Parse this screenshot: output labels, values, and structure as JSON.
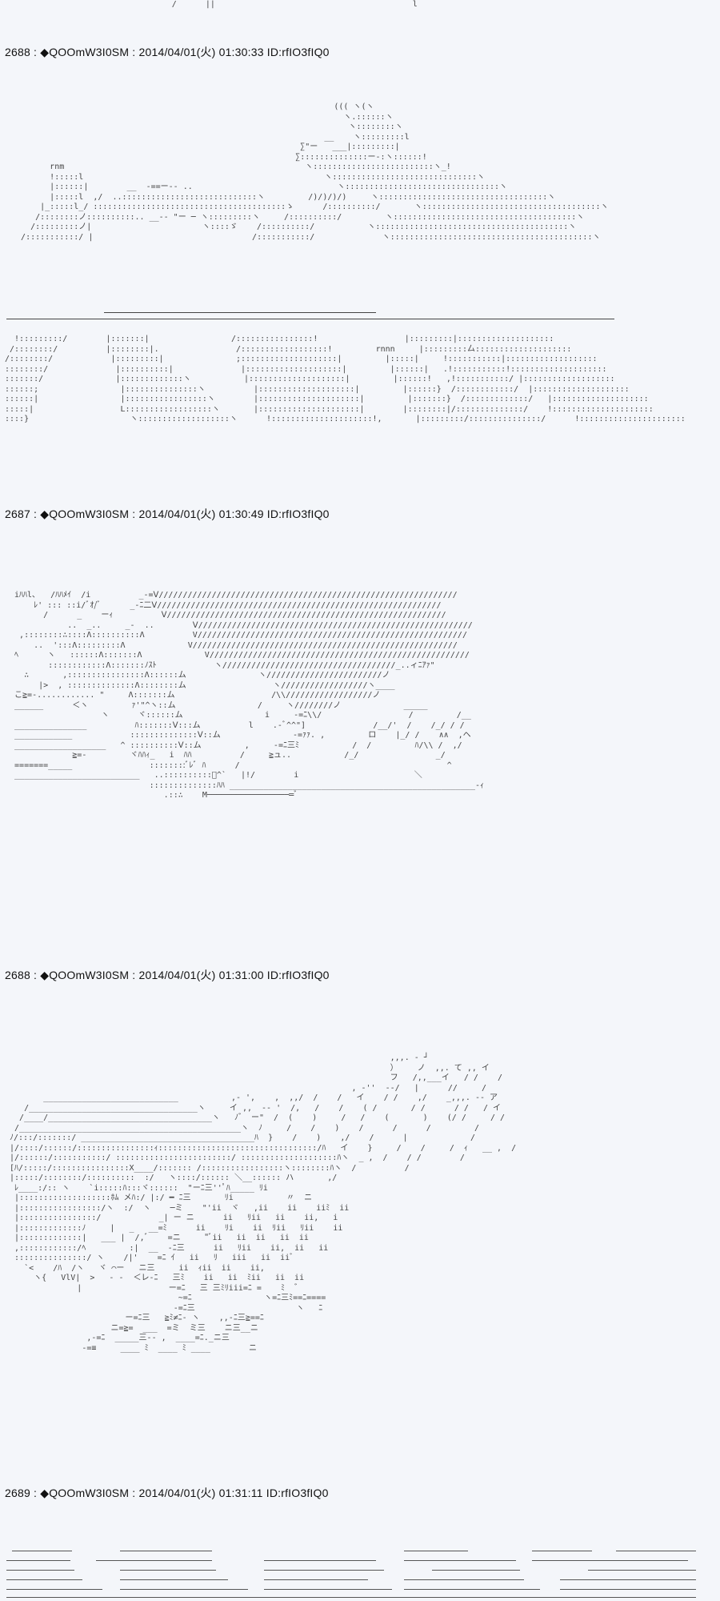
{
  "posts": [
    {
      "number": "2688",
      "handle": "◆QOOmW3I0SM",
      "datetime": "2014/04/01(火) 01:30:33",
      "id": "ID:rfIO3fIQ0"
    },
    {
      "number": "2687",
      "handle": "◆QOOmW3I0SM",
      "datetime": "2014/04/01(火) 01:30:49",
      "id": "ID:rfIO3fIQ0"
    },
    {
      "number": "2688",
      "handle": "◆QOOmW3I0SM",
      "datetime": "2014/04/01(火) 01:31:00",
      "id": "ID:rfIO3fIQ0"
    },
    {
      "number": "2689",
      "handle": "◆QOOmW3I0SM",
      "datetime": "2014/04/01(火) 01:31:11",
      "id": "ID:rfIO3fIQ0"
    }
  ],
  "header_separator": " : ",
  "art": {
    "top_fragment": "                                  /      ||                                         l",
    "kanji_top": "                                                                    ((( ヽ(ヽ\n                                                                      ヽ.::::::ヽ\n                                                                       ヽ::::::::ヽ\n                                                                  __    ヽ:::::::::l\n                                                             ∑\"ー   ___|:::::::::|\n                                                            ∑::::::::::::::ー-:ヽ::::::!\n         rnm                                                  ヽ:::::::::::::::::::::::::ヽ_!\n         !:::::l                                                  ヽ::::::::::::::::::::::::::::::ヽ\n         |::::::|        __  -==ー-- ..                              ヽ::::::::::::::::::::::::::::::::ヽ\n         |:::::l  ,/  ..::::::::::::::::::::::::::::ヽ         /)/)/)/)     ヽ:::::::::::::::::::::::::::::::::::ヽ\n       |_:::::l_/ ::::::::::::::::::::::::::::::::::::::::ゝ      /::::::::::/       ヽ:::::::::::::::::::::::::::::::::::::ヽ\n      /::::::::ノ::::::::::.. __-- \"ー ─ ヽ:::::::::ヽ     /::::::::::/         ヽ::::::::::::::::::::::::::::::::::::::ヽ\n     /:::::::::ノ|                       ヽ::::ゞ    /::::::::::/           ヽ::::::::::::::::::::::::::::::::::::::::ヽ\n   /:::::::::::/ |                                 /:::::::::::/              ヽ::::::::::::::::::::::::::::::::::::::::::ヽ",
    "kanji_bottom": "  !:::::::::/        |:::::::|                 /::::::::::::::::!                  |:::::::::|::::::::::::::::::::\n /::::::::/          |::::::::|.                /::::::::::::::::::!         rnnn     |:::::::::厶::::::::::::::::::::\n/::::::::/            |:::::::::|               ;::::::::::::::::::::|         |:::::|     !:::::::::::|:::::::::::::::::::\n::::::::/              |::::::::::|              |::::::::::::::::::::|         |::::::|   .!:::::::::::!::::::::::::::::::::\n:::::::/               |:::::::::::::ヽ           |::::::::::::::::::::|         |::::::!   ,!:::::::::::/ |:::::::::::::::::::\n::::::;                 |:::::::::::::::ヽ          |::::::::::::::::::::|         |::::::}  /::::::::::::/  |::::::::::::::::::::\n::::::|                 |:::::::::::::::::ヽ        |:::::::::::::::::::::|         |:::::::}  /:::::::::::::/   |::::::::::::::::::::\n:::::|                  L::::::::::::::::::ヽ       |:::::::::::::::::::::|        |::::::::|/::::::::::::::/    !:::::::::::::::::::::\n::::}                     ヽ:::::::::::::::::::ヽ      !:::::::::::::::::::::!,       |:::::::::/:::::::::::::::/      !::::::::::::::::::::::",
    "scene2": "  iﾊﾊl､   /ﾊﾊﾒｲ  /i          _-=Ⅴ//////////////////////////////////////////////////////////////\n      ﾚ' ::: ::i/ﾞｵ/ﾞ      _-ﾆ二Ⅴ///////////////////////////////////////////////////////////\n        /      _    ーｨ          Ⅴ//////////////////////////////////////////////////////////\n             ..  _..     _-  ..        Ⅴ/////////////////////////////////////////////////////////\n   ,::::::::∴::::Λ::::::::::Λ          V////////////////////////////////////////////////////////\n      ..  ':::Λ:::::::::Λ             V///////////////////////////////////////////////////////\n  ﾍ      ヽ   ::::::Λ:::::::Λ             V//////////////////////////////////////////////////////\n         ::::::::::::Λ:::::::ﾉｽﾄ            ヽ////////////////////////////////////_..ィﾆｱｧ\"\n    ∴       ,::::::::::::::::Λ::::::ム               ヽ////////////////////////ノ\n       |>  , ::::::::::::::Λ::::::::ム                  ヽ//////////////////ヽ____\n  こ≧=-............ \"     Λ:::::::ム                    /\\\\//////////////////ノ\n  ______      ＜ヽ         ｧ'\"^ヽ::ム                 /     ヽ////////ノ             _____\n                    ヽ      ヾ::::::ム                 i     -=ﾆ\\\\/                  /         /__\n  _______________          ﾊ:::::::Ⅴ:::ム          l    .-ﾞ^^\"]              /__/'  /    /_/ / /\n  ____________            ::::::::::::::Ⅴ::ム               -=ｧｧ. ,         ロ    |_/ /    ∧∧  ,ヘ\n  ___________________   ^ ::::::::::Ⅴ::ム         ,     -=ﾆ三ﾐ           /  /         ﾊ/\\\\ /  ,/\n              ≧=-         ヾﾊﾊｨ_   i  ﾊﾊ          /     ≧ュ..           /_/                _/\n  =======_____                ::::::::ﾞﾚﾞ ﾊ      /                                           ^\n  __________________________   ..::::::::::ﾞ^`   |!/        i                        ＼\n                              ::::::::::::::ﾊﾊ ___________________________________________________-ｨ\n                                 .::∴    M─────────────────═ﾞ",
    "scene3": "                                                                                ,,,. - ┘\n                                                                                ）    ノ  ,,. て ,, イ\n                                                                                フ   /,,___イ   / /    /\n                                                                        , -''  --/   |      //     /\n        ____________________________           ,- ',    ,  ,,/  /    /   イ    / /    ,/    _,,,. -‐ ア\n    /___________________________________ヽ     イ ,,  -- '  /,   /    /    ( /       / /      / /   / イ\n   /____/__________________________________ヽ   ﾉ゛ ー\"  /  (    )     /   /    (       )    (/ /     / /\n  /______________________________________________ヽ  ﾉ     /    /    )    /      /      /         /\n ﾉ/:::/:::::::/ ____________________________________ﾊ  }    /    )    ,/    /      |             /\n |/::::/::::::/::::::::::::::::ｨ:::::::::::::::::::::::::::::::::/ﾊ   イ    }     /    /     /  ｨ   __ ,  /\n |/::::::/:::::::::::/ ::::::::::::::::::::::::/ ::::::::::::::::::::ﾊヽ  _ ,  /    / /        /\n [ﾊ/:::::/::::::::::::::::X____/::::::: /:::::::::::::::::ヽ::::::::ﾊヽ  /          /\n |:::::/::::::::/::::::::::  :/   ヽ::::/:::::: ＼__:::::: ハ       ,/\n  ﾚ____:/:: ヽ    `i:::::ﾊ:::ヾ::::::  \"ーﾆ三''ﾟﾊ_____ ﾘi\n  |:::::::::::::::::::ﾎﾑ メﾊ:/ |:/ ━ ﾆ三       ﾘi           〃  ニ\n  |:::::::::::::::::/ヽ  :/  ヽ    ─ミ    \"'ii  ヾ   ,ii    ii    iiﾐ  ii\n  |::::::::::::::::/            _| ー ニ      ii   ﾘii   ii    ii,   i\n  |:::::::::::::ﾉ     |   _   __=ﾐ      ii    ﾘi    ii  ﾘii   ﾘii    ii\n  |:::::::::::::|   ___ |  /,ﾞ    =ニ     \"ﾞii   ii  ii   ii  ii\n  ,::::::::::::/ﾍ         :|  __  -ﾆ三      ii   ﾘii    ii,  ii   ii\n  :::::::::::::::/ ヽ    /|'    =ﾆ ｲ   ii   ﾘ   iii   ii  iiﾞ\n    `<    /ﾊ  /ヽ   ヾ ⌒ー   ニ三     ii  ｨii  ii    ii,\n      ヽ{   VlV|  >   - -  ＜レ-ﾆ   三ﾐ    ii   ii  ﾐii   ii  ii\n               |                  ー=ﾆ   三 三ﾐﾘiii=ﾆ =    ﾐ  ゛\n                                    ~=ﾆ               ヽ=ﾆ三ﾐ==ﾆ====\n                                   -=ﾆ三                     ヽ   ﾆ\n                         ー=ﾆ三   ≧ﾐ≠ﾆ- ヽ    ,,-ﾆ三≧==ﾆ\n                      ニ=≧=  ___  =ミ  ミ三    ニ三__ニ\n                 ,-=ﾆ  _____三-- ,  ____=ﾆ._ニ三\n                -=≡     ____ ﾐ  ____ ﾐ ____        ニ",
    "tail_strips": "strip lines"
  }
}
